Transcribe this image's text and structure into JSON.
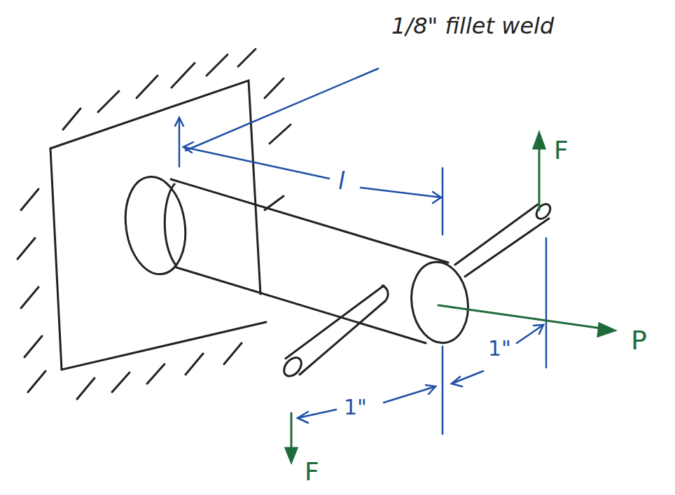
{
  "diagram": {
    "labels": [
      "1/8\" fillet weld",
      "l",
      "F",
      "F",
      "P",
      "1\"",
      "1\""
    ]
  }
}
